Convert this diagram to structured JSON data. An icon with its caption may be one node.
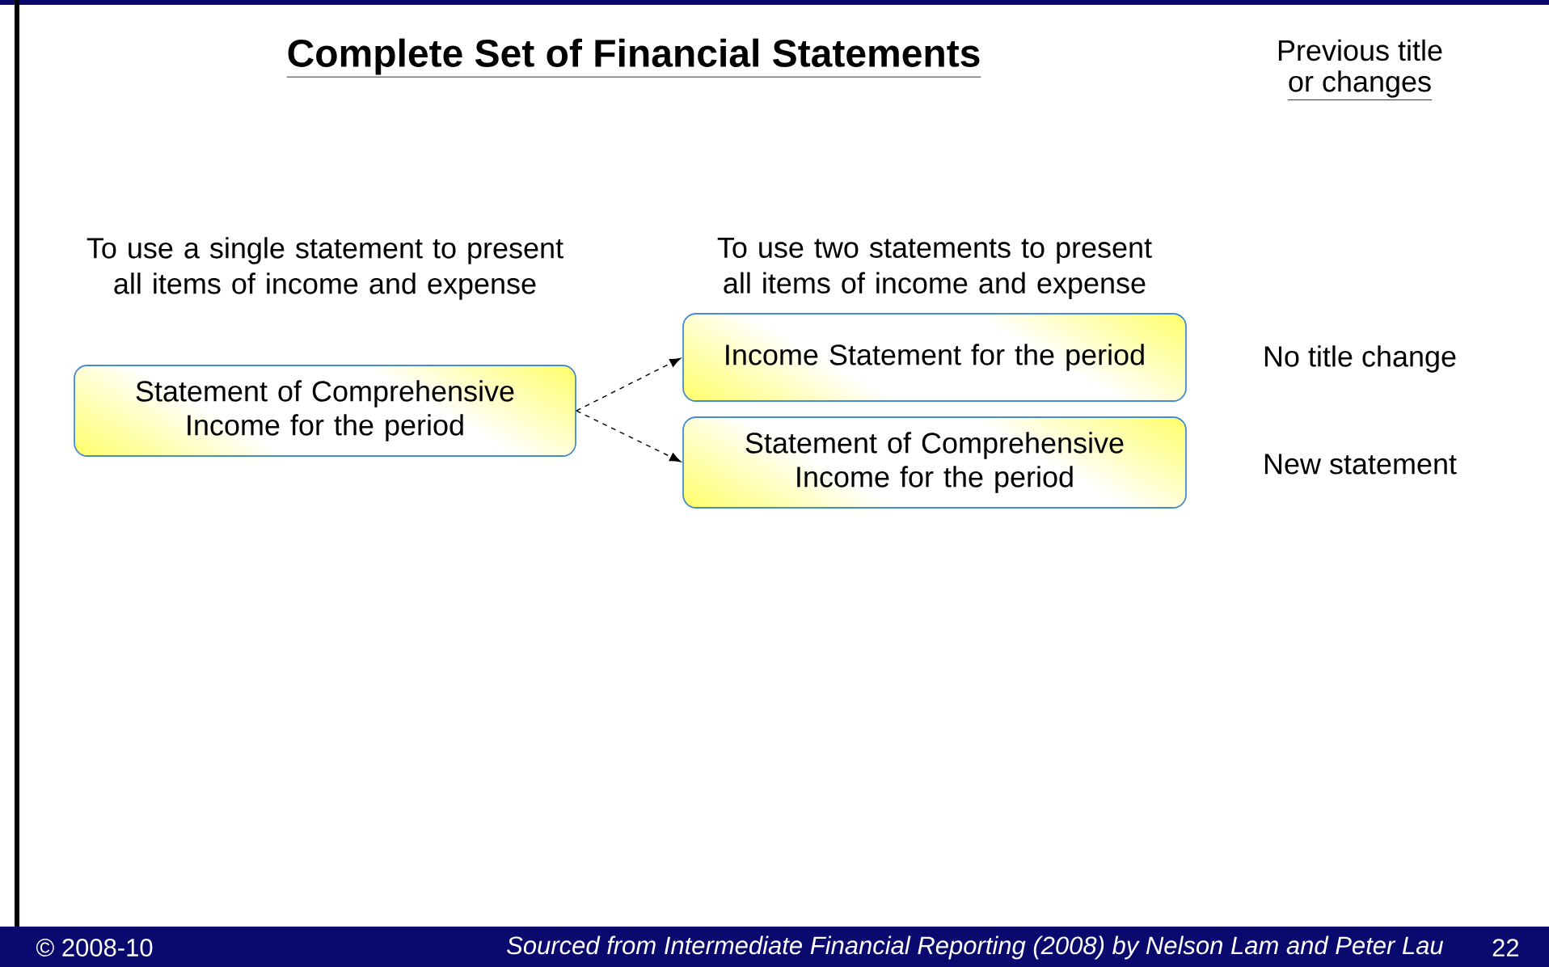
{
  "diagram": {
    "title": "Complete Set of Financial Statements",
    "nodes": [
      {
        "text": [
          "Statement of Comprehensive Income for the period"
        ]
      },
      {
        "text": [
          "Income Statement for the period"
        ]
      },
      {
        "text": [
          "Statement of Comprehensive Income for the period"
        ]
      }
    ],
    "edges": [
      {
        "from": 0,
        "to": 1,
        "arrow": "to",
        "style": "dashed"
      },
      {
        "from": 0,
        "to": 2,
        "arrow": "to",
        "style": "dashed"
      }
    ],
    "labels": [
      "Previous title",
      "or changes",
      "To use a single statement to present all items of income and expense",
      "To use two statements to present all items of income and expense",
      "No title change",
      "New statement",
      "© 2008-10",
      "Sourced from Intermediate Financial Reporting (2008) by Nelson Lam and Peter Lau",
      "22"
    ]
  }
}
